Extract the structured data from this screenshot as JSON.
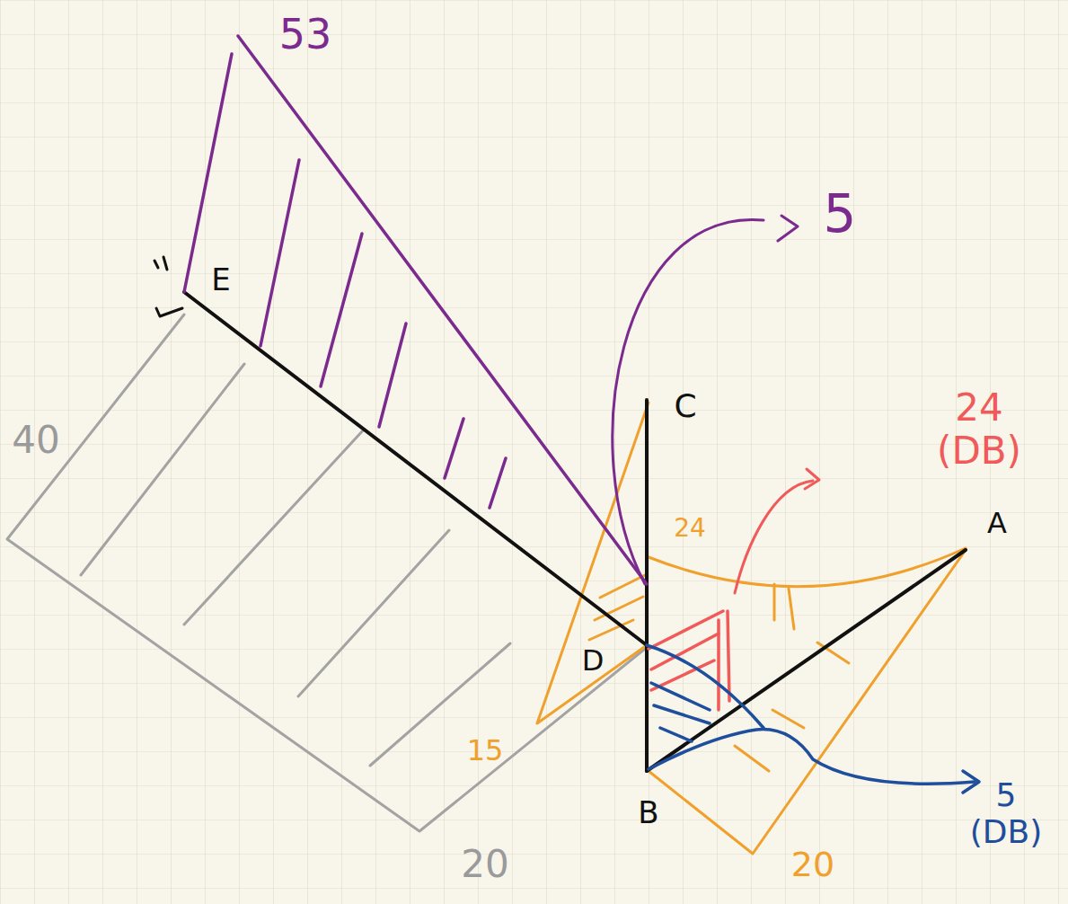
{
  "diagram": {
    "labels": [
      "53",
      "E",
      "5",
      "C",
      "24 (DB)",
      "24",
      "A",
      "40",
      "D",
      "15",
      "B",
      "20",
      "5 (DB)",
      "20"
    ]
  }
}
